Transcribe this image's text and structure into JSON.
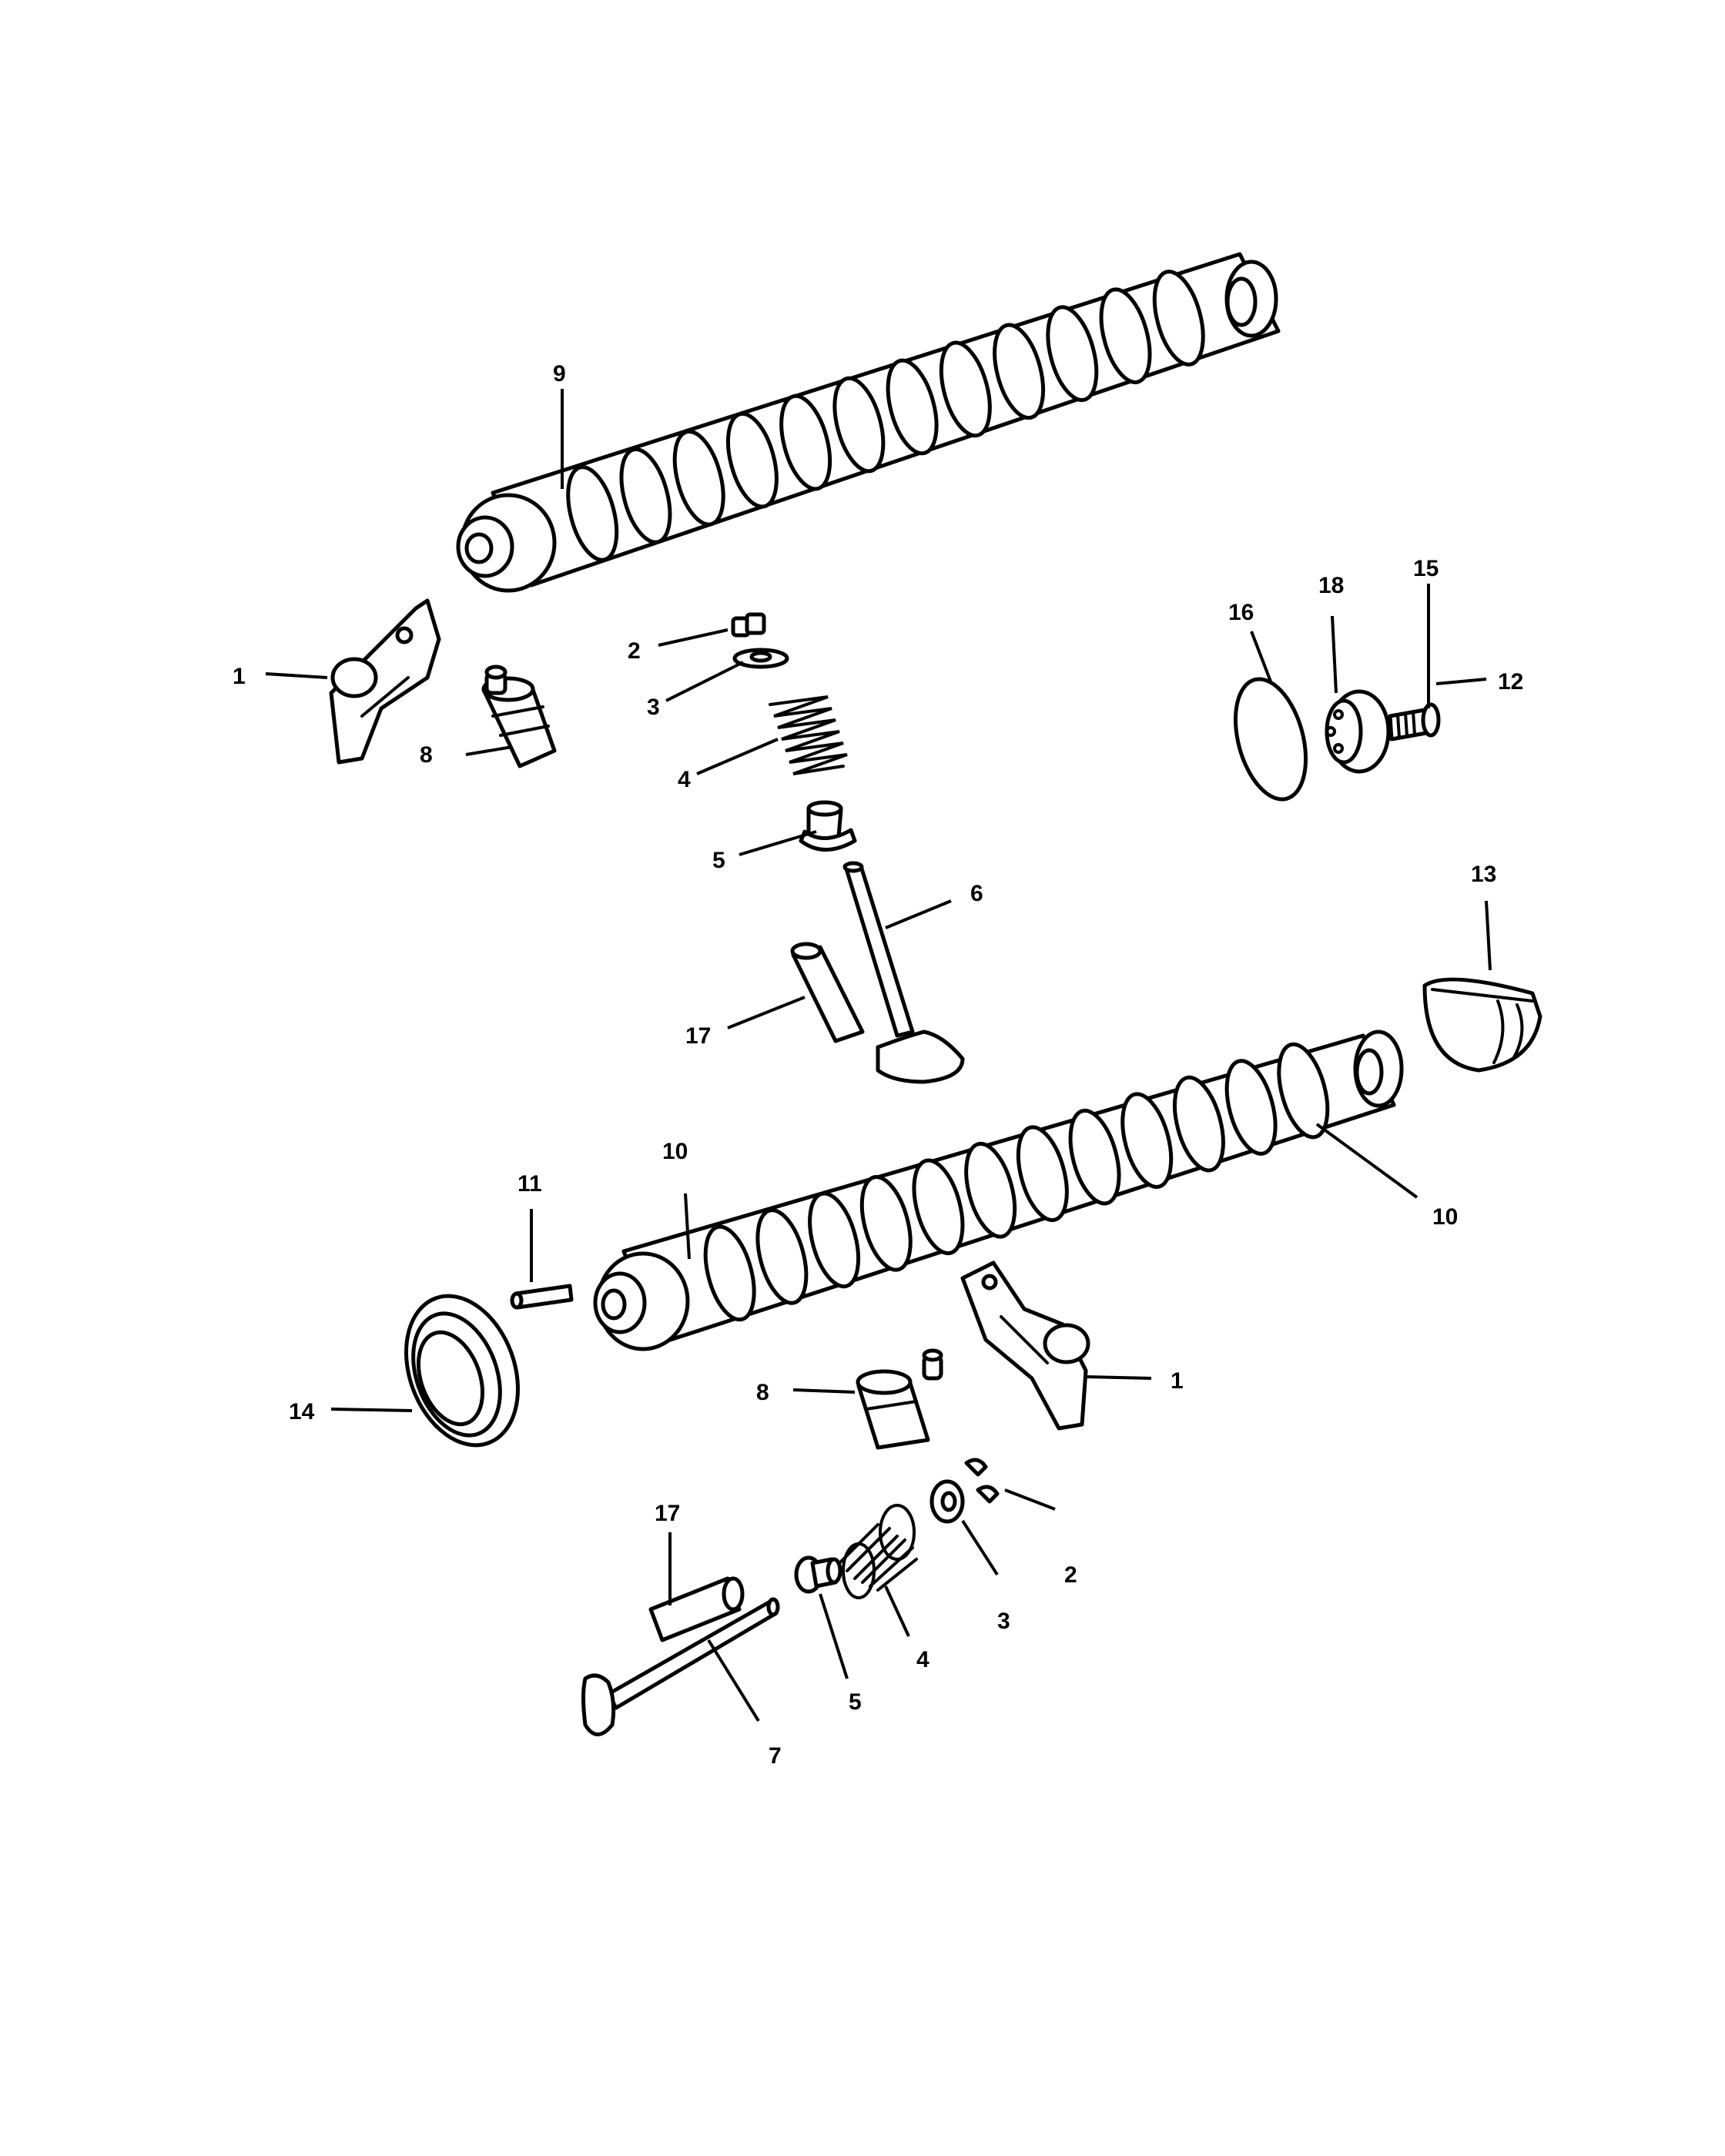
{
  "diagram": {
    "callouts": {
      "c1a": "1",
      "c1b": "1",
      "c2a": "2",
      "c2b": "2",
      "c3a": "3",
      "c3b": "3",
      "c4a": "4",
      "c4b": "4",
      "c5a": "5",
      "c5b": "5",
      "c6": "6",
      "c7": "7",
      "c8a": "8",
      "c8b": "8",
      "c9": "9",
      "c10a": "10",
      "c10b": "10",
      "c11": "11",
      "c12": "12",
      "c13": "13",
      "c14": "14",
      "c15": "15",
      "c16": "16",
      "c17a": "17",
      "c17b": "17",
      "c18": "18"
    }
  }
}
